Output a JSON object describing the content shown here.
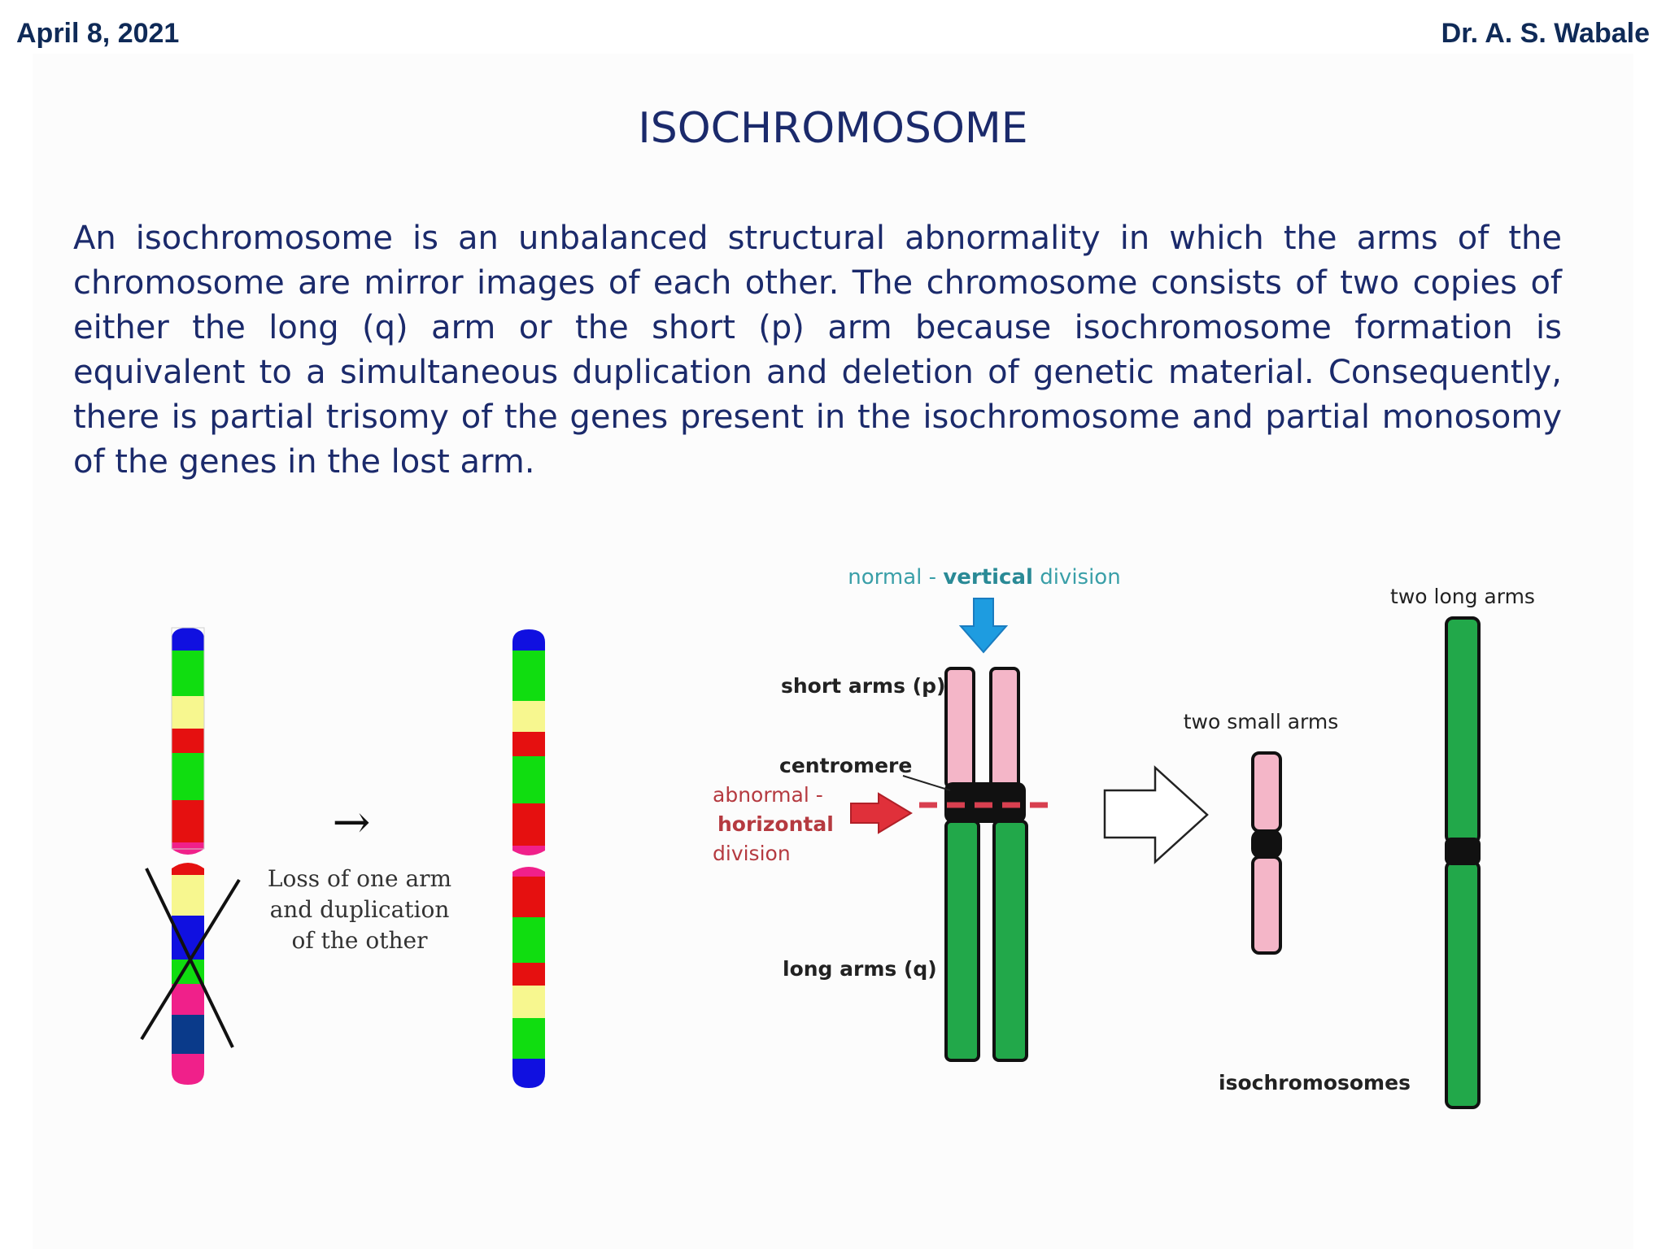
{
  "header": {
    "date": "April 8, 2021",
    "author": "Dr. A. S. Wabale"
  },
  "slide": {
    "title": "ISOCHROMOSOME",
    "paragraph": "An isochromosome is an unbalanced structural abnormality in which the arms of the chromosome are mirror images of each other. The chromosome consists of two copies of either the long (q) arm or the short (p) arm because isochromosome formation is equivalent to a simultaneous duplication and deletion of genetic material. Consequently, there is partial trisomy of the genes present in the isochromosome and partial monosomy of the genes in the lost arm."
  },
  "left_figure": {
    "arrow_glyph": "→",
    "caption_lines": [
      "Loss of one arm",
      "and duplication",
      "of the other"
    ]
  },
  "right_figure": {
    "top_label_normal": "normal - ",
    "top_label_vertical": "vertical",
    "top_label_division": " division",
    "short_arms_label": "short arms  (p)",
    "centromere_label": "centromere",
    "abnormal_label_1": "abnormal -",
    "abnormal_label_2": "horizontal",
    "abnormal_label_3": "division",
    "long_arms_label": "long arms  (q)",
    "two_small_arms_label": "two small arms",
    "two_long_arms_label": "two long arms",
    "isochromosomes_label": "isochromosomes"
  },
  "colors": {
    "text_navy": "#1b2a6b",
    "pink_arm": "#f4b6c8",
    "green_arm": "#22a84a",
    "blue_arrow": "#1e9ce0",
    "red_arrow": "#e0303a",
    "teal_label": "#3a9fa8",
    "red_label": "#b53a40"
  }
}
